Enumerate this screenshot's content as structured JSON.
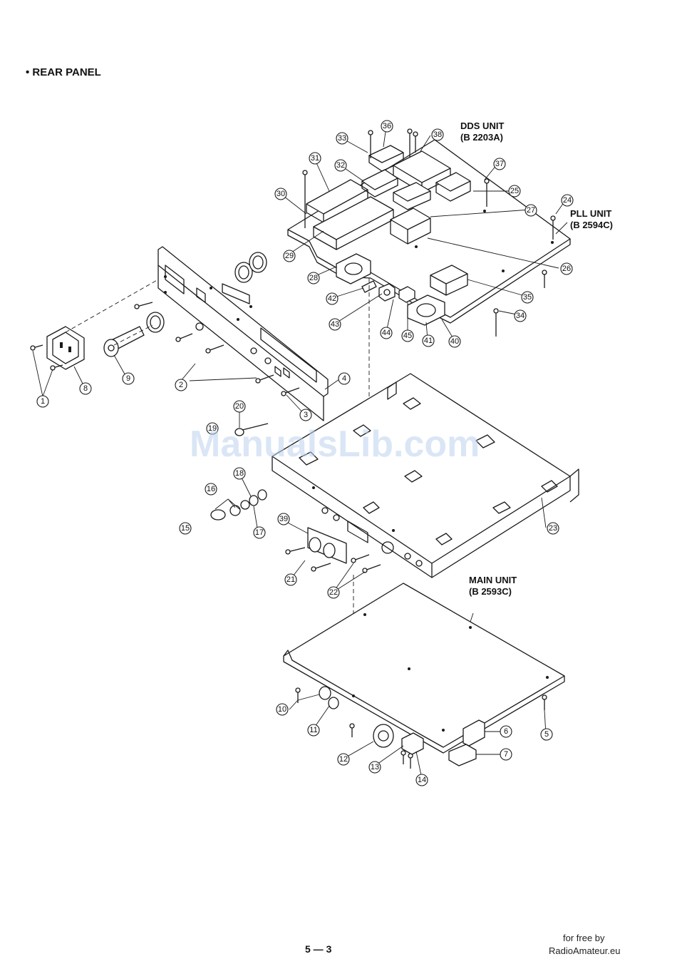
{
  "heading": "• REAR PANEL",
  "unit_labels": {
    "dds_line1": "DDS UNIT",
    "dds_line2": "(B 2203A)",
    "pll_line1": "PLL UNIT",
    "pll_line2": "(B 2594C)",
    "main_line1": "MAIN UNIT",
    "main_line2": "(B 2593C)"
  },
  "callouts": [
    "1",
    "2",
    "3",
    "4",
    "5",
    "6",
    "7",
    "8",
    "9",
    "10",
    "11",
    "12",
    "13",
    "14",
    "15",
    "16",
    "17",
    "18",
    "19",
    "20",
    "21",
    "22",
    "23",
    "24",
    "25",
    "26",
    "27",
    "28",
    "29",
    "30",
    "31",
    "32",
    "33",
    "34",
    "35",
    "36",
    "37",
    "38",
    "39",
    "40",
    "41",
    "42",
    "43",
    "44",
    "45"
  ],
  "watermark": "ManualsLib.com",
  "page_number": "5 — 3",
  "footer": {
    "line1": "for free by",
    "line2": "RadioAmateur.eu"
  }
}
